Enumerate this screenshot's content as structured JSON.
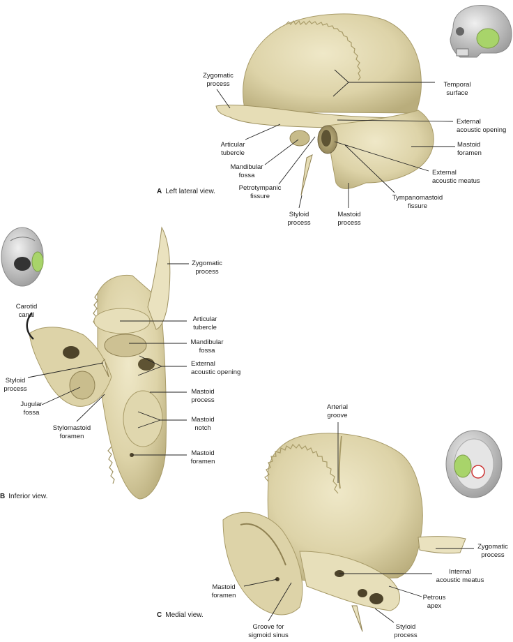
{
  "colors": {
    "bone": "#ddd3a8",
    "bone_light": "#e9e1bd",
    "bone_shadow": "#b8ac7a",
    "bone_dark": "#8f8152",
    "skull_gray": "#c9c9c9",
    "highlight_green": "#a8d46a",
    "leader_line": "#222222"
  },
  "view_a": {
    "caption_letter": "A",
    "caption_text": "Left lateral view.",
    "labels": {
      "zygomatic_process": [
        "Zygomatic",
        "process"
      ],
      "temporal_surface": [
        "Temporal",
        "surface"
      ],
      "external_acoustic_opening": [
        "External",
        "acoustic opening"
      ],
      "mastoid_foramen": [
        "Mastoid",
        "foramen"
      ],
      "articular_tubercle": [
        "Articular",
        "tubercle"
      ],
      "mandibular_fossa": [
        "Mandibular",
        "fossa"
      ],
      "external_acoustic_meatus": [
        "External",
        "acoustic meatus"
      ],
      "petrotympanic_fissure": [
        "Petrotympanic",
        "fissure"
      ],
      "tympanomastoid_fissure": [
        "Tympanomastoid",
        "fissure"
      ],
      "styloid_process": [
        "Styloid",
        "process"
      ],
      "mastoid_process": [
        "Mastoid",
        "process"
      ]
    },
    "thumbnail_icon": "skull-lateral-icon"
  },
  "view_b": {
    "caption_letter": "B",
    "caption_text": "Inferior view.",
    "labels": {
      "carotid_canal": [
        "Carotid",
        "canal"
      ],
      "zygomatic_process": [
        "Zygomatic",
        "process"
      ],
      "articular_tubercle": [
        "Articular",
        "tubercle"
      ],
      "mandibular_fossa": [
        "Mandibular",
        "fossa"
      ],
      "external_acoustic_opening": [
        "External",
        "acoustic opening"
      ],
      "styloid_process": [
        "Styloid",
        "process"
      ],
      "jugular_fossa": [
        "Jugular",
        "fossa"
      ],
      "mastoid_process": [
        "Mastoid",
        "process"
      ],
      "stylomastoid_foramen": [
        "Stylomastoid",
        "foramen"
      ],
      "mastoid_notch": [
        "Mastoid",
        "notch"
      ],
      "mastoid_foramen": [
        "Mastoid",
        "foramen"
      ]
    },
    "thumbnail_icon": "skull-inferior-icon"
  },
  "view_c": {
    "caption_letter": "C",
    "caption_text": "Medial view.",
    "labels": {
      "arterial_groove": [
        "Arterial",
        "groove"
      ],
      "zygomatic_process": [
        "Zygomatic",
        "process"
      ],
      "internal_acoustic_meatus": [
        "Internal",
        "acoustic meatus"
      ],
      "mastoid_foramen": [
        "Mastoid",
        "foramen"
      ],
      "petrous_apex": [
        "Petrous",
        "apex"
      ],
      "groove_sigmoid_sinus": [
        "Groove for",
        "sigmoid sinus"
      ],
      "styloid_process": [
        "Styloid",
        "process"
      ]
    },
    "thumbnail_icon": "skull-interior-icon"
  }
}
